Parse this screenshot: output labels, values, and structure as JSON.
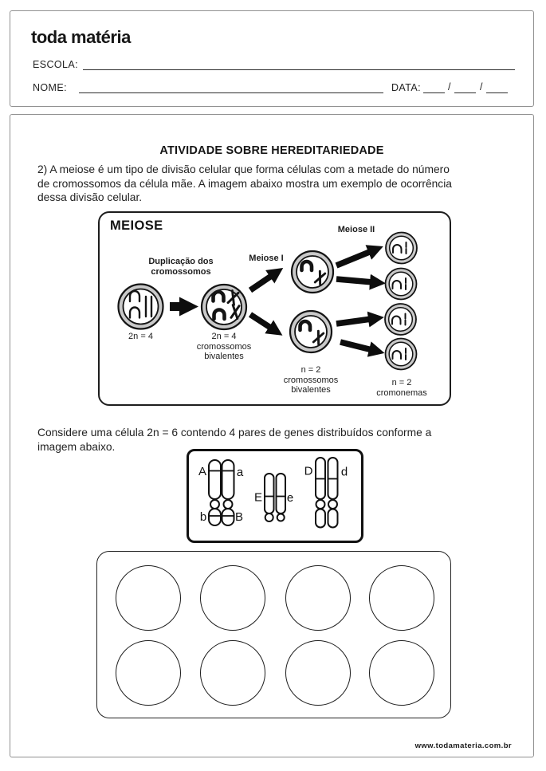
{
  "header": {
    "logo": "toda matéria",
    "escola_label": "ESCOLA:",
    "nome_label": "NOME:",
    "data_label": "DATA:",
    "date_separator": "/"
  },
  "content": {
    "title": "ATIVIDADE SOBRE HEREDITARIEDADE",
    "question": "2) A meiose é um tipo de divisão celular que forma células com a metade do número\nde cromossomos da célula mãe. A imagem abaixo mostra um exemplo de ocorrência\ndessa divisão celular.",
    "considere": "Considere uma célula 2n = 6 contendo 4 pares de genes distribuídos conforme a\nimagem abaixo.",
    "footer_url": "www.todamateria.com.br"
  },
  "meiose_diagram": {
    "title": "MEIOSE",
    "step1_label": "Duplicação dos\ncromossomos",
    "meiose1_label": "Meiose I",
    "meiose2_label": "Meiose II",
    "cell1_caption": "2n = 4",
    "cell2_caption": "2n = 4\ncromossomos\nbivalentes",
    "meiose1_caption": "n = 2\ncromossomos\nbivalentes",
    "final_caption": "n = 2\ncromonemas"
  },
  "gene_diagram": {
    "labels": {
      "A": "A",
      "a": "a",
      "b": "b",
      "B": "B",
      "E": "E",
      "e": "e",
      "D": "D",
      "d": "d"
    }
  },
  "colors": {
    "ink": "#141414",
    "cell_ring_gray": "#c9c9c9",
    "frame_gray": "#919191"
  }
}
